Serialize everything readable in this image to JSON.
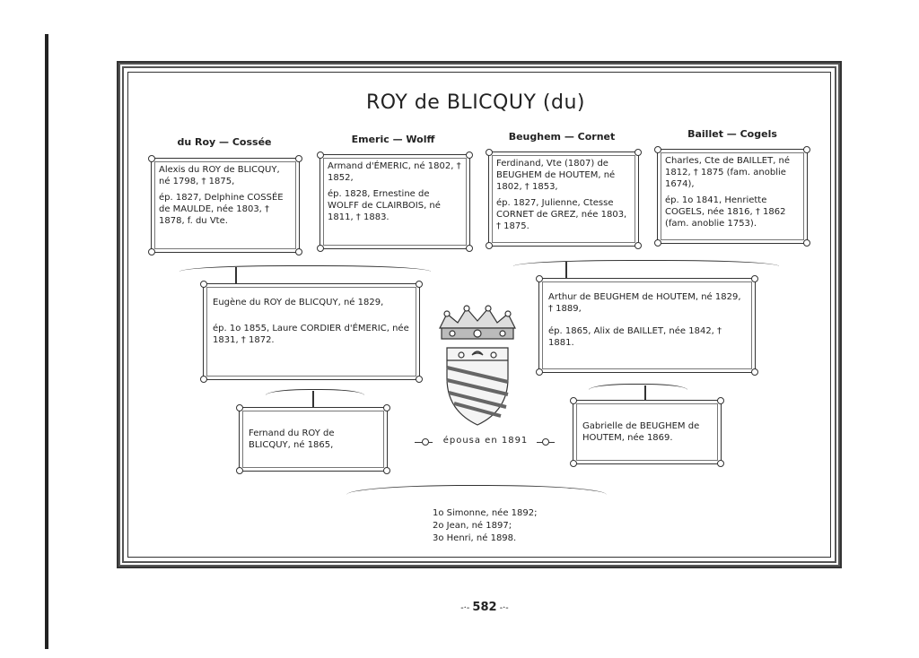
{
  "title": "ROY de BLICQUY (du)",
  "lineages": {
    "du_roy": "du Roy — Cossée",
    "emeric": "Emeric — Wolff",
    "beughem": "Beughem — Cornet",
    "baillet": "Baillet — Cogels"
  },
  "boxes": {
    "alexis": {
      "line1": "Alexis du ROY de BLICQUY, né 1798, † 1875,",
      "line2": "ép. 1827, Delphine COSSÉE de MAULDE, née 1803, † 1878, f. du Vte."
    },
    "armand": {
      "line1": "Armand d'ÉMERIC, né 1802, † 1852,",
      "line2": "ép. 1828, Ernestine de WOLFF de CLAIRBOIS, né 1811, † 1883."
    },
    "ferdinand": {
      "line1": "Ferdinand, Vte (1807) de BEUGHEM de HOUTEM, né 1802, † 1853,",
      "line2": "ép. 1827, Julienne, Ctesse CORNET de GREZ, née 1803, † 1875."
    },
    "charles": {
      "line1": "Charles, Cte de BAILLET, né 1812, † 1875 (fam. anoblie 1674),",
      "line2": "ép. 1o 1841, Henriette COGELS, née 1816, † 1862 (fam. anoblie 1753)."
    },
    "eugene": {
      "line1": "Eugène du ROY de BLICQUY, né 1829,",
      "line2": "ép. 1o 1855, Laure CORDIER d'ÉMERIC, née 1831, † 1872."
    },
    "arthur": {
      "line1": "Arthur de BEUGHEM de HOUTEM, né 1829, † 1889,",
      "line2": "ép. 1865, Alix de BAILLET, née 1842, † 1881."
    },
    "fernand": {
      "line1": "Fernand du ROY de BLICQUY, né 1865,"
    },
    "gabrielle": {
      "line1": "Gabrielle de BEUGHEM de HOUTEM, née 1869."
    }
  },
  "married": "épousa en 1891",
  "children": [
    "1o Simonne, née 1892;",
    "2o Jean, né 1897;",
    "3o Henri, né 1898."
  ],
  "page_number": "582"
}
